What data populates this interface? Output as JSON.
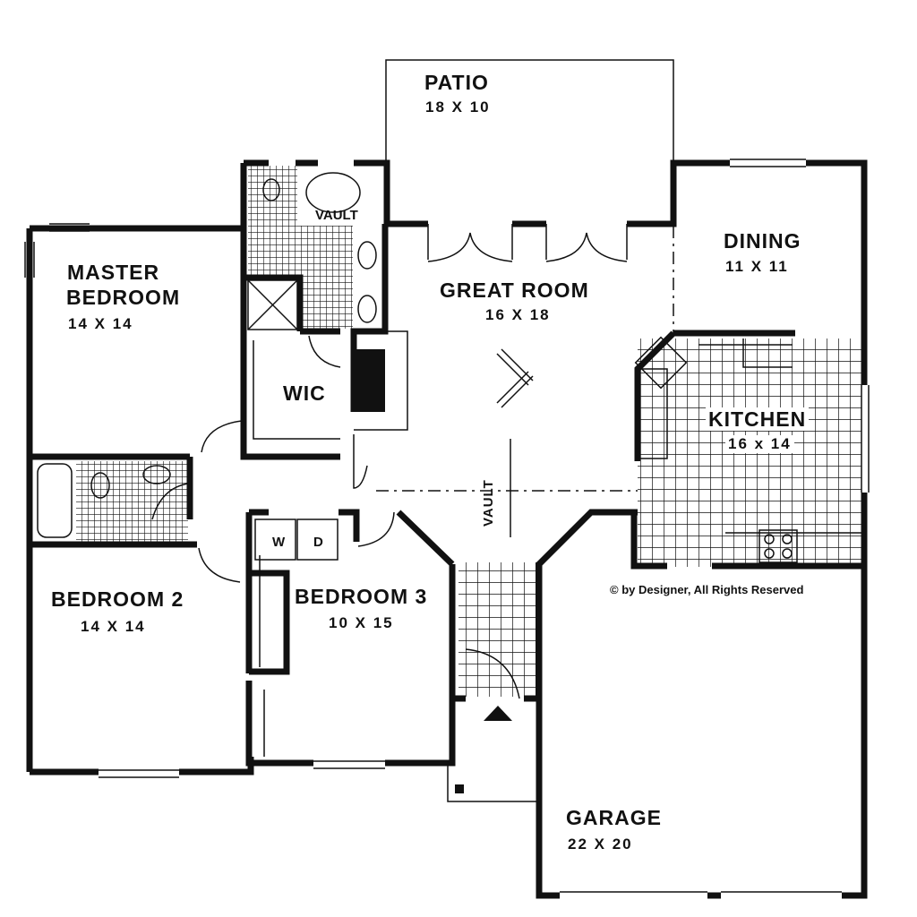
{
  "plan": {
    "copyright": "© by Designer, All Rights Reserved",
    "ink_color": "#111111",
    "background": "#ffffff"
  },
  "rooms": {
    "patio": {
      "name": "PATIO",
      "dims": "18 X 10"
    },
    "master_bedroom": {
      "name_line1": "MASTER",
      "name_line2": "BEDROOM",
      "dims": "14 X 14"
    },
    "master_bath": {
      "label": "VAULT"
    },
    "wic": {
      "name": "WIC"
    },
    "great_room": {
      "name": "GREAT ROOM",
      "dims": "16 X 18",
      "vault_label": "VAULT"
    },
    "dining": {
      "name": "DINING",
      "dims": "11 X 11"
    },
    "kitchen": {
      "name": "KITCHEN",
      "dims": "16 x 14"
    },
    "laundry": {
      "washer": "W",
      "dryer": "D"
    },
    "bedroom2": {
      "name": "BEDROOM 2",
      "dims": "14 X 14"
    },
    "bedroom3": {
      "name": "BEDROOM 3",
      "dims": "10 X 15"
    },
    "garage": {
      "name": "GARAGE",
      "dims": "22 X 20"
    }
  }
}
